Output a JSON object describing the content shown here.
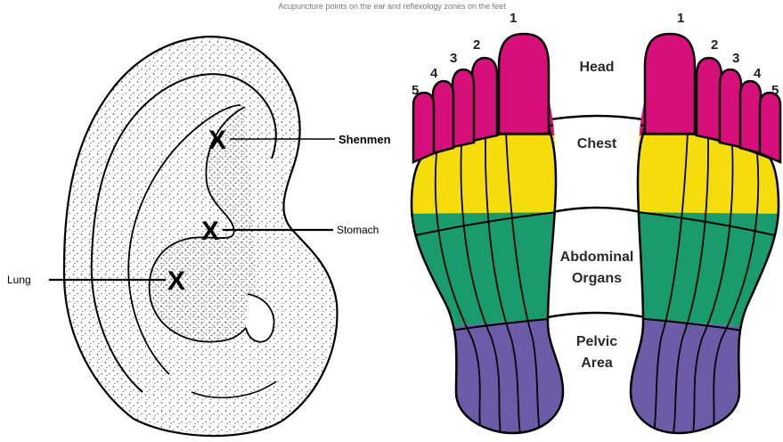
{
  "top_caption": "Acupuncture points on the ear and reflexology zones on the feet",
  "ear": {
    "points": [
      {
        "label": "Shenmen"
      },
      {
        "label": "Stomach"
      },
      {
        "label": "Lung"
      }
    ],
    "marker": "X"
  },
  "feet": {
    "regions": [
      {
        "label": "Head",
        "color": "#d60f7a"
      },
      {
        "label": "Chest",
        "color": "#f4dd0a"
      },
      {
        "label_line1": "Abdominal",
        "label_line2": "Organs",
        "color": "#1a9b6e"
      },
      {
        "label_line1": "Pelvic",
        "label_line2": "Area",
        "color": "#6c5ba6"
      }
    ],
    "toe_numbers_left": [
      "1",
      "2",
      "3",
      "4",
      "5"
    ],
    "toe_numbers_right": [
      "1",
      "2",
      "3",
      "4",
      "5"
    ]
  }
}
